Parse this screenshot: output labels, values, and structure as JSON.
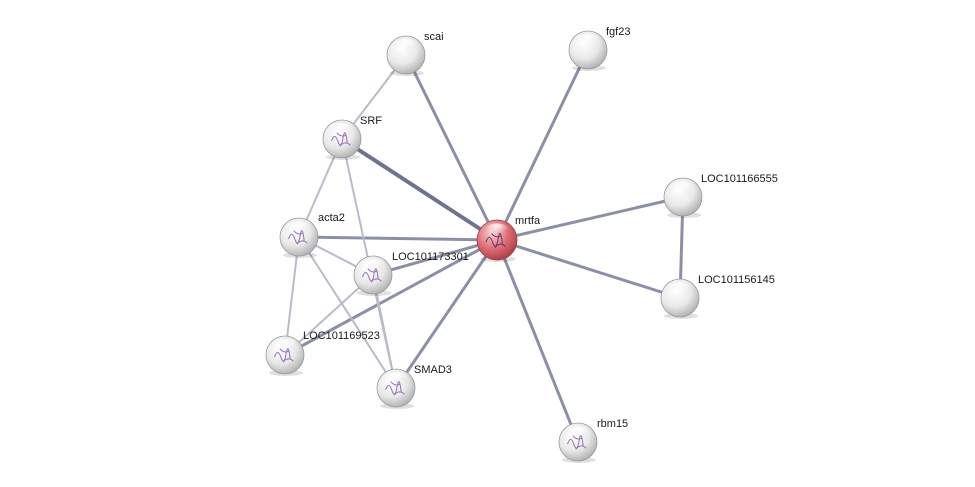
{
  "colors": {
    "edge": "#8c90a6",
    "edge_dark": "#6e7390",
    "edge_light": "#b9bbc9",
    "node_fill": "#e6e6e6",
    "query_node_fill": "#e0727a",
    "label": "#1a1a1a",
    "structure_glyph": "#8a5aa8"
  },
  "network": {
    "nodes": [
      {
        "id": "scai",
        "label": "scai",
        "query": false,
        "icon": "blank-sphere"
      },
      {
        "id": "fgf23",
        "label": "fgf23",
        "query": false,
        "icon": "blank-sphere"
      },
      {
        "id": "SRF",
        "label": "SRF",
        "query": false,
        "icon": "protein-structure-icon"
      },
      {
        "id": "LOC101166555",
        "label": "LOC101166555",
        "query": false,
        "icon": "blank-sphere"
      },
      {
        "id": "mrtfa",
        "label": "mrtfa",
        "query": true,
        "icon": "protein-structure-icon"
      },
      {
        "id": "acta2",
        "label": "acta2",
        "query": false,
        "icon": "protein-structure-icon"
      },
      {
        "id": "LOC101173301",
        "label": "LOC101173301",
        "query": false,
        "icon": "protein-structure-icon"
      },
      {
        "id": "LOC101156145",
        "label": "LOC101156145",
        "query": false,
        "icon": "blank-sphere"
      },
      {
        "id": "LOC101169523",
        "label": "LOC101169523",
        "query": false,
        "icon": "protein-structure-icon"
      },
      {
        "id": "SMAD3",
        "label": "SMAD3",
        "query": false,
        "icon": "protein-structure-icon"
      },
      {
        "id": "rbm15",
        "label": "rbm15",
        "query": false,
        "icon": "protein-structure-icon"
      }
    ],
    "edges": [
      {
        "source": "mrtfa",
        "target": "scai",
        "strength": "medium"
      },
      {
        "source": "mrtfa",
        "target": "fgf23",
        "strength": "medium"
      },
      {
        "source": "mrtfa",
        "target": "SRF",
        "strength": "strong"
      },
      {
        "source": "mrtfa",
        "target": "LOC101166555",
        "strength": "medium"
      },
      {
        "source": "mrtfa",
        "target": "LOC101156145",
        "strength": "medium"
      },
      {
        "source": "mrtfa",
        "target": "acta2",
        "strength": "medium"
      },
      {
        "source": "mrtfa",
        "target": "LOC101173301",
        "strength": "medium"
      },
      {
        "source": "mrtfa",
        "target": "LOC101169523",
        "strength": "medium"
      },
      {
        "source": "mrtfa",
        "target": "SMAD3",
        "strength": "medium"
      },
      {
        "source": "mrtfa",
        "target": "rbm15",
        "strength": "medium"
      },
      {
        "source": "LOC101166555",
        "target": "LOC101156145",
        "strength": "medium"
      },
      {
        "source": "scai",
        "target": "SRF",
        "strength": "light"
      },
      {
        "source": "SRF",
        "target": "acta2",
        "strength": "light"
      },
      {
        "source": "SRF",
        "target": "SMAD3",
        "strength": "light"
      },
      {
        "source": "acta2",
        "target": "LOC101169523",
        "strength": "light"
      },
      {
        "source": "acta2",
        "target": "LOC101173301",
        "strength": "light"
      },
      {
        "source": "acta2",
        "target": "SMAD3",
        "strength": "light"
      },
      {
        "source": "LOC101173301",
        "target": "SMAD3",
        "strength": "light"
      },
      {
        "source": "LOC101173301",
        "target": "LOC101169523",
        "strength": "light"
      }
    ]
  }
}
